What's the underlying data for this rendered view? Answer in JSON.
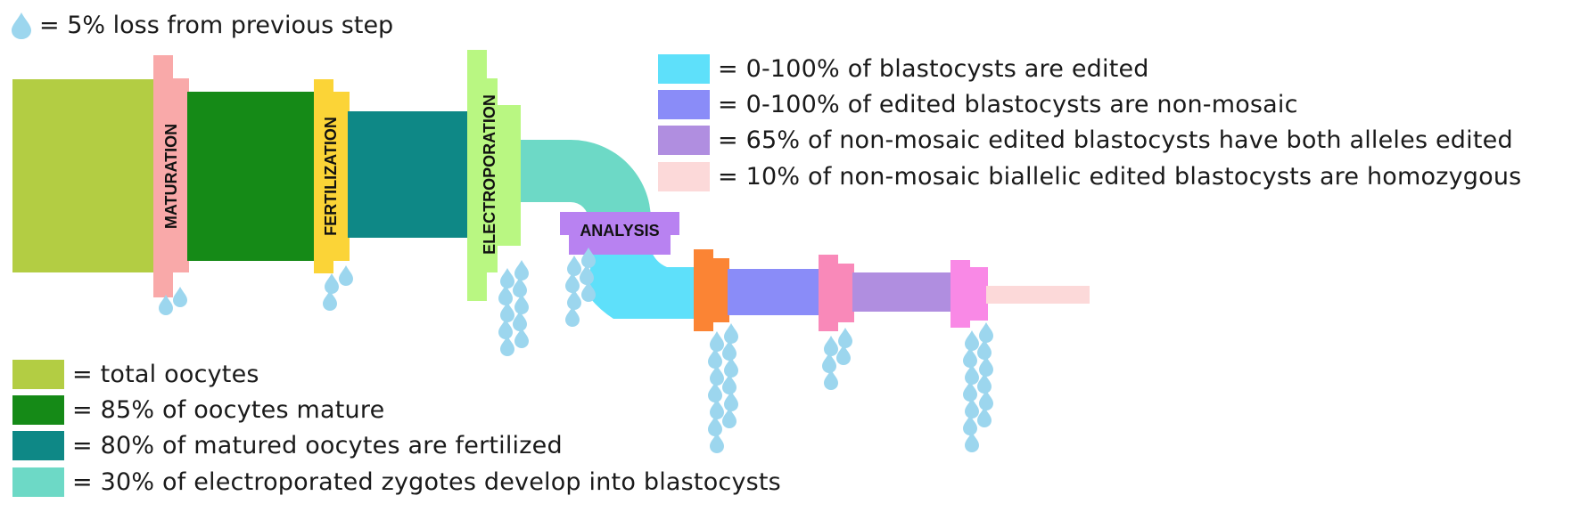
{
  "drop_legend": {
    "icon": "water-drop-icon",
    "text": "= 5% loss from previous step"
  },
  "stage_labels": {
    "maturation": "MATURATION",
    "fertilization": "FERTILIZATION",
    "electroporation": "ELECTROPORATION",
    "analysis": "ANALYSIS"
  },
  "legend_right": [
    {
      "color": "#5ee0fa",
      "text": "= 0-100% of blastocysts are edited"
    },
    {
      "color": "#8a8cf8",
      "text": "= 0-100% of edited blastocysts are non-mosaic"
    },
    {
      "color": "#b08ee0",
      "text": "= 65% of non-mosaic edited blastocysts have both alleles edited"
    },
    {
      "color": "#fcd9d9",
      "text": "= 10% of non-mosaic biallelic edited blastocysts are homozygous"
    }
  ],
  "legend_bottom": [
    {
      "color": "#b3cd43",
      "text": "= total oocytes"
    },
    {
      "color": "#158a17",
      "text": "= 85% of oocytes mature"
    },
    {
      "color": "#0e8886",
      "text": "= 80% of matured oocytes are fertilized"
    },
    {
      "color": "#6dd9c6",
      "text": "= 30% of electroporated zygotes develop into blastocysts"
    }
  ],
  "colors": {
    "total": "#b3cd43",
    "mature": "#158a17",
    "fertilized": "#0e8886",
    "blastocysts": "#6dd9c6",
    "edited": "#5ee0fa",
    "non_mosaic": "#8a8cf8",
    "biallelic": "#b08ee0",
    "homozygous": "#fcd9d9",
    "maturation_flange": "#f9a9a9",
    "fertilization_flange": "#fbd437",
    "electroporation_flange": "#b9f782",
    "analysis_flange": "#b882f1",
    "orange_flange": "#fb8434",
    "pink_flange": "#f989b9",
    "magenta_flange": "#f989e6",
    "drop": "#9cd6ee"
  },
  "drop_counts": {
    "maturation": 2,
    "fertilization": 3,
    "electroporation": 10,
    "analysis": 7,
    "edited": 13,
    "non_mosaic": 5,
    "biallelic": 13
  }
}
